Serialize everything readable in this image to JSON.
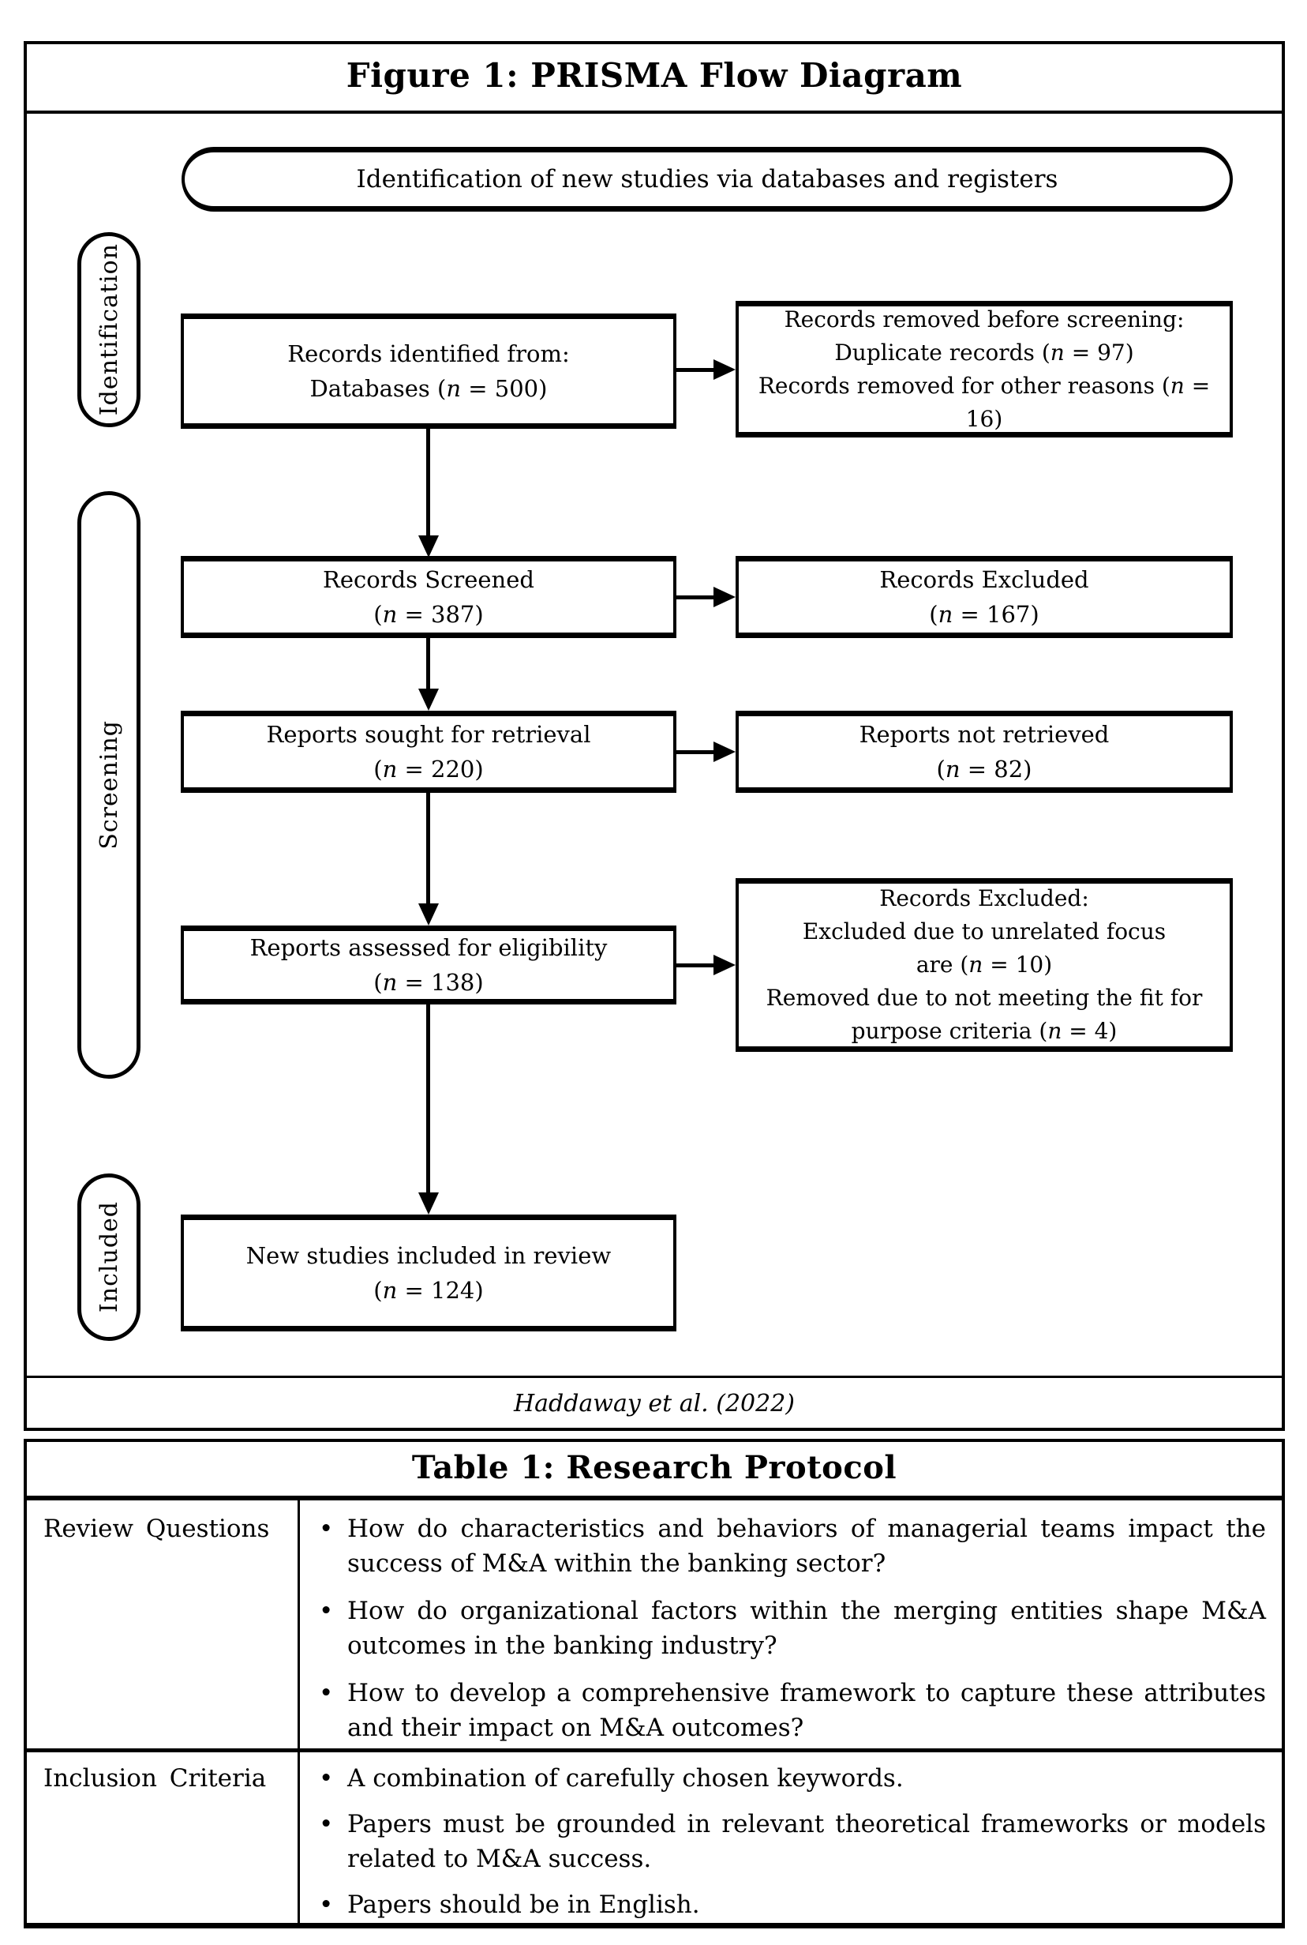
{
  "colors": {
    "ink": "#000000",
    "paper": "#ffffff"
  },
  "figure": {
    "title": "Figure 1: PRISMA Flow Diagram",
    "banner": "Identification of new studies via databases and registers",
    "stages": [
      {
        "label": "Identification"
      },
      {
        "label": "Screening"
      },
      {
        "label": "Included"
      }
    ],
    "flow": {
      "left": [
        {
          "lines": [
            "Records identified from:",
            "Databases (n = 500)"
          ]
        },
        {
          "lines": [
            "Records Screened",
            "(n = 387)"
          ]
        },
        {
          "lines": [
            "Reports sought for retrieval",
            "(n = 220)"
          ]
        },
        {
          "lines": [
            "Reports assessed for eligibility",
            "(n = 138)"
          ]
        },
        {
          "lines": [
            "New studies included in review",
            "(n = 124)"
          ]
        }
      ],
      "right": [
        {
          "lines": [
            "Records removed before screening:",
            "Duplicate records (n = 97)",
            "Records removed for other reasons (n = 16)"
          ]
        },
        {
          "lines": [
            "Records Excluded",
            "(n = 167)"
          ]
        },
        {
          "lines": [
            "Reports not retrieved",
            "(n = 82)"
          ]
        },
        {
          "lines": [
            "Records Excluded:",
            "Excluded due to unrelated focus",
            "are (n = 10)",
            "Removed due to not meeting the fit for",
            "purpose criteria (n = 4)"
          ]
        }
      ]
    },
    "citation": "Haddaway et al. (2022)"
  },
  "table": {
    "title": "Table 1: Research Protocol",
    "bullet_glyph": "•",
    "rows": [
      {
        "label": "Review Questions",
        "bullets": [
          "How do characteristics and behaviors of managerial teams impact the success of M&A within the banking sector?",
          "How do organizational factors within the merging entities shape M&A outcomes in the banking industry?",
          "How to develop a comprehensive framework to capture these attributes and their impact on M&A outcomes?"
        ]
      },
      {
        "label": "Inclusion Criteria",
        "bullets": [
          "A combination of carefully chosen keywords.",
          "Papers must be grounded in relevant theoretical frameworks or models related to M&A success.",
          "Papers should be in English."
        ]
      }
    ]
  }
}
